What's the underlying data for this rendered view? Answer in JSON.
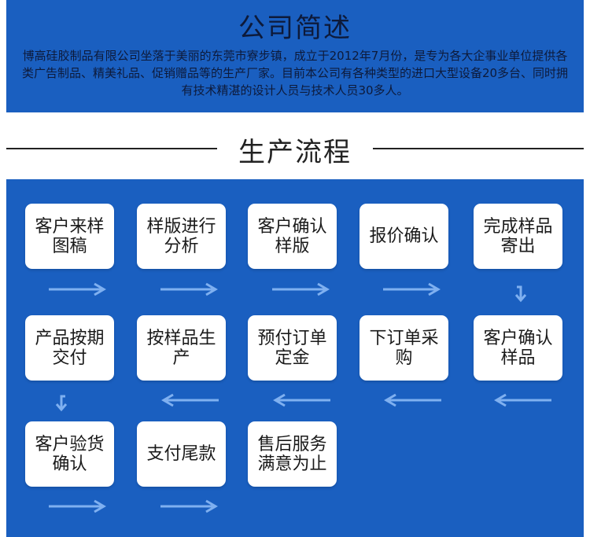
{
  "intro": {
    "title": "公司简述",
    "body": "博高硅胶制品有限公司坐落于美丽的东莞市寮步镇，成立于2012年7月份，是专为各大企事业单位提供各类广告制品、精美礼品、促销赠品等的生产厂家。目前本公司有各种类型的进口大型设备20多台、同时拥有技术精湛的设计人员与技术人员30多人。"
  },
  "process": {
    "title": "生产流程",
    "steps": [
      "客户来样图稿",
      "样版进行分析",
      "客户确认样版",
      "报价确认",
      "完成样品寄出",
      "客户确认样品",
      "下订单采购",
      "预付订单定金",
      "按样品生产",
      "产品按期交付",
      "客户验货确认",
      "支付尾款",
      "售后服务满意为止"
    ]
  },
  "colors": {
    "panel": "#1a5fc0",
    "card": "#ffffff",
    "arrow": "#7fb0f0"
  },
  "icons": {
    "arrow_right": "arrow-right-icon",
    "arrow_left": "arrow-left-icon",
    "arrow_down": "arrow-down-icon"
  }
}
